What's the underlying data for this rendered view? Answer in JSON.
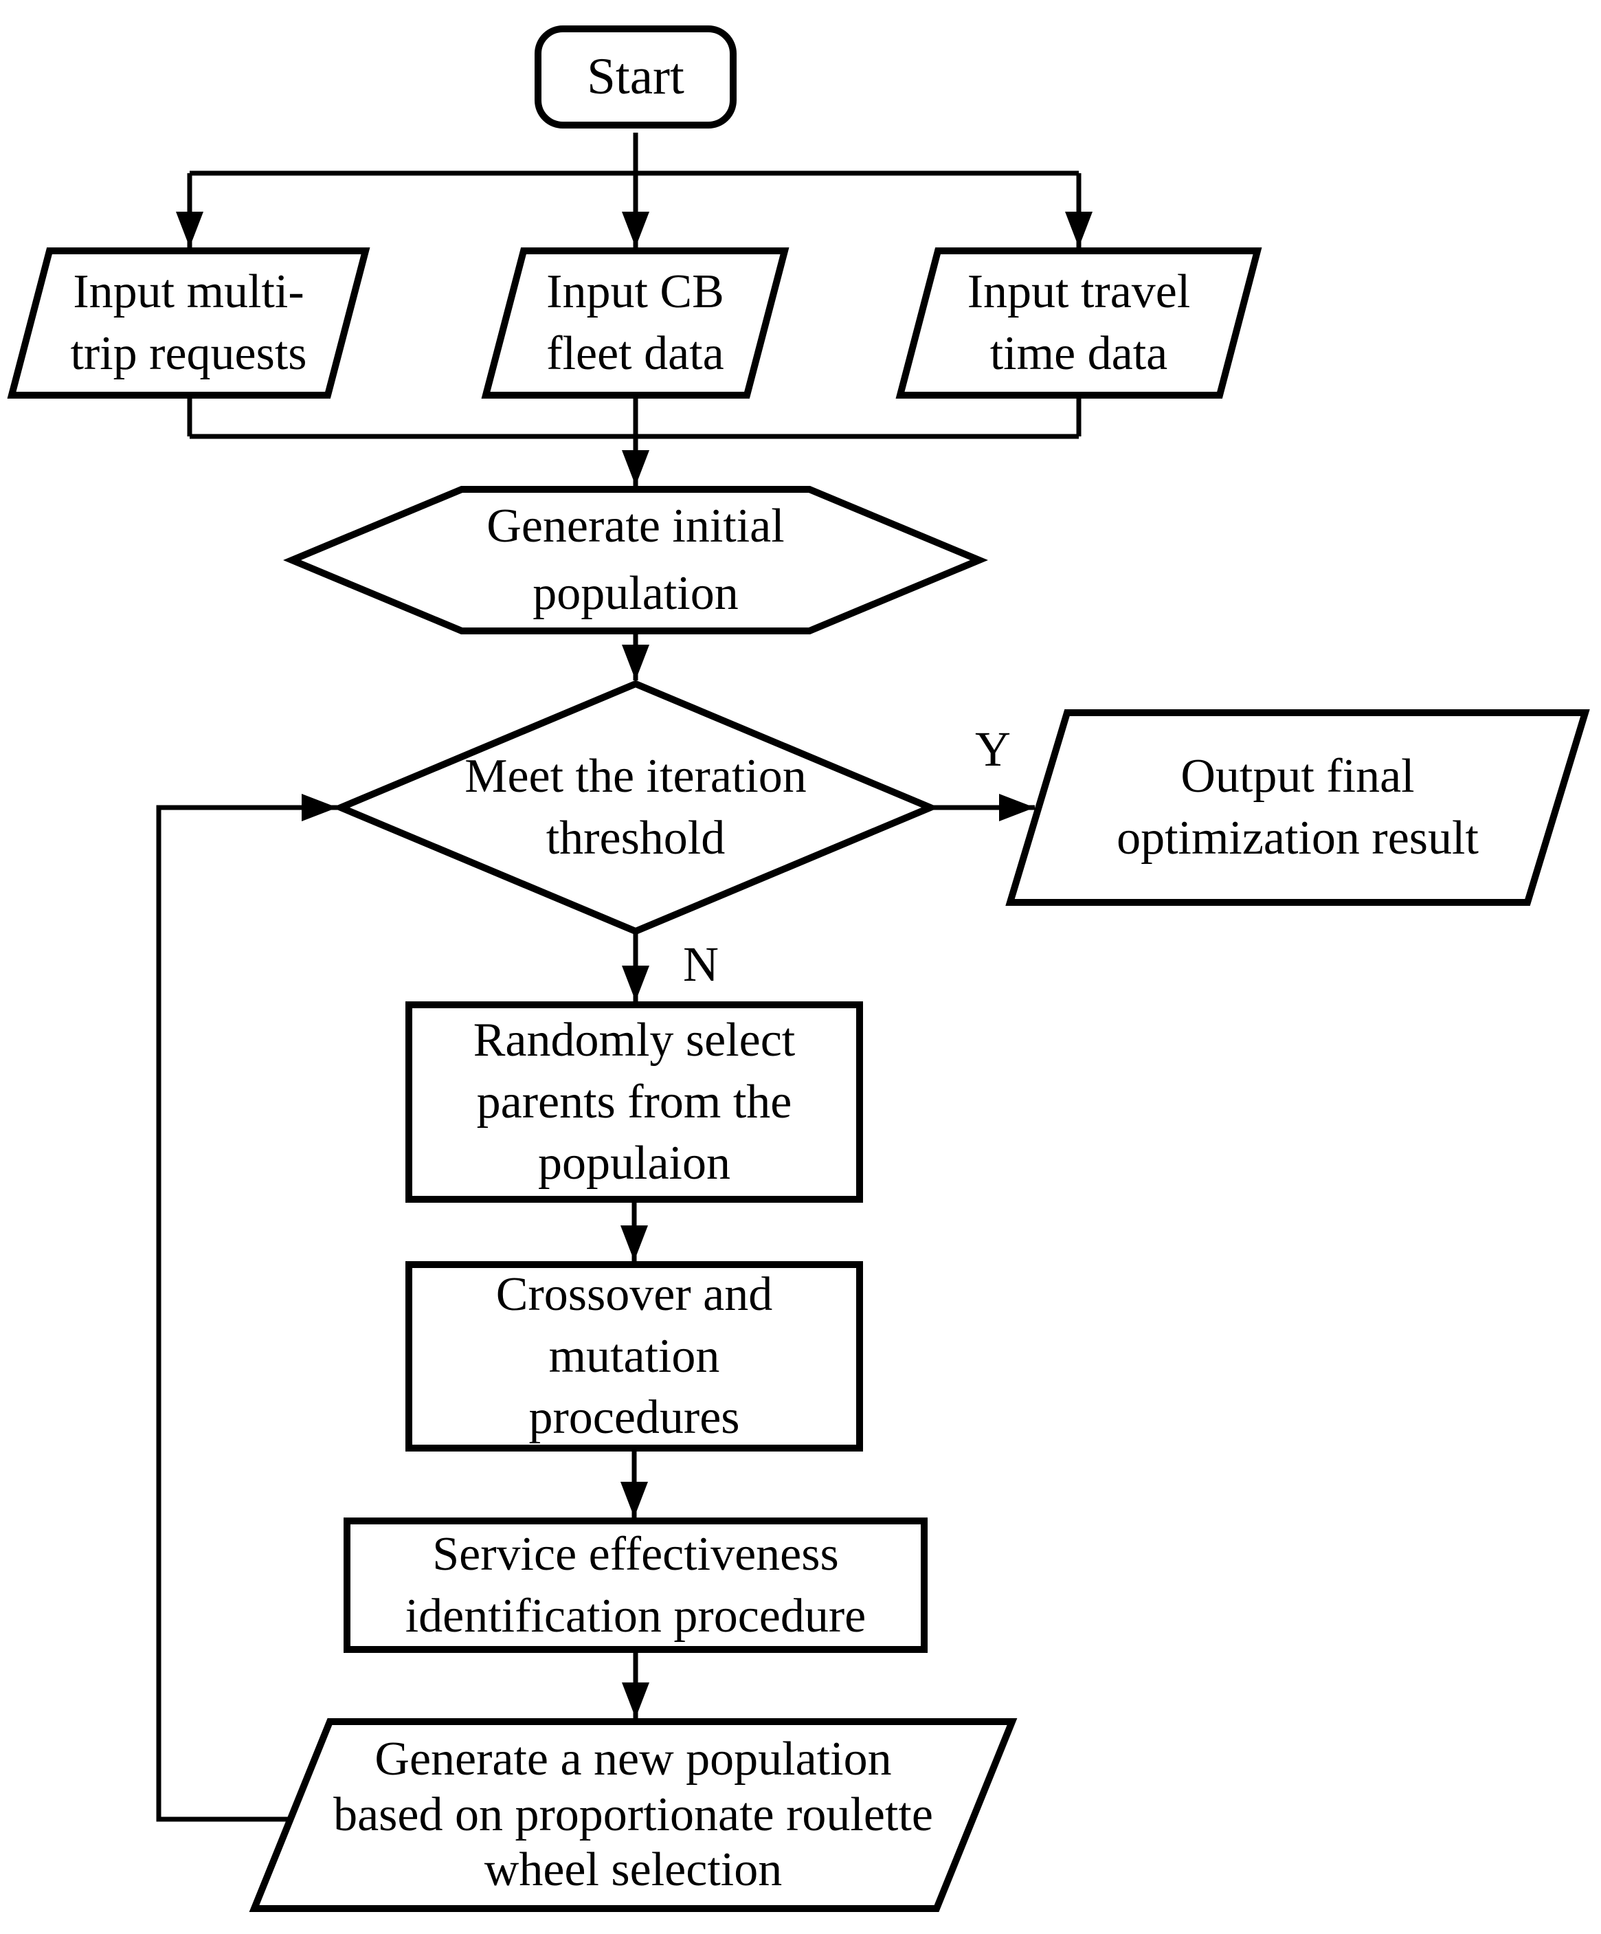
{
  "figure": {
    "background_color": "#ffffff",
    "stroke_color": "#000000",
    "nodes": {
      "start": {
        "label": "Start"
      },
      "input_multi_trip": {
        "label": "Input multi-\ntrip requests"
      },
      "input_cb_fleet": {
        "label": "Input CB\nfleet data"
      },
      "input_travel_time": {
        "label": "Input travel\ntime data"
      },
      "generate_initial_population": {
        "label": "Generate initial\npopulation"
      },
      "meet_iteration_threshold": {
        "label": "Meet the iteration\nthreshold"
      },
      "output_final_result": {
        "label": "Output final\noptimization result"
      },
      "randomly_select_parents": {
        "label": "Randomly select\nparents from the\npopulaion"
      },
      "crossover_mutation": {
        "label": "Crossover and\nmutation\nprocedures"
      },
      "service_effectiveness": {
        "label": "Service effectiveness\nidentification procedure"
      },
      "generate_new_population": {
        "label": "Generate a new population\nbased on proportionate roulette\nwheel selection"
      }
    },
    "edge_labels": {
      "yes": "Y",
      "no": "N"
    }
  }
}
